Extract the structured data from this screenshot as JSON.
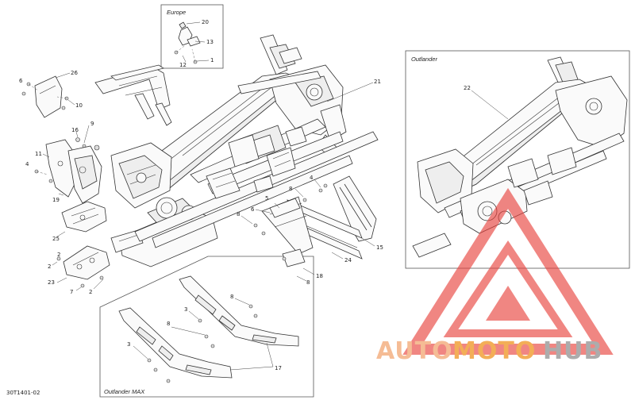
{
  "insets": {
    "europe": {
      "title": "Europe"
    },
    "outlander": {
      "title": "Outlander"
    },
    "outlander_max": {
      "title": "Outlander MAX"
    }
  },
  "callouts": {
    "c1": "1",
    "c2a": "2",
    "c2b": "2",
    "c2c": "2",
    "c3a": "3",
    "c3b": "3",
    "c4a": "4",
    "c4b": "4",
    "c5": "5",
    "c6a": "6",
    "c6b": "6",
    "c7": "7",
    "c8a": "8",
    "c8b": "8",
    "c8c": "8",
    "c8d": "8",
    "c8e": "8",
    "c9": "9",
    "c10": "10",
    "c11": "11",
    "c12": "12",
    "c13": "13",
    "c15": "15",
    "c16": "16",
    "c17": "17",
    "c18": "18",
    "c19": "19",
    "c20": "20",
    "c21": "21",
    "c22": "22",
    "c23": "23",
    "c24": "24",
    "c25": "25",
    "c26": "26"
  },
  "diagram_code": "30T1401-02",
  "watermark": {
    "auto": "AUTO",
    "moto": "MOTO",
    "hub": "HUB",
    "colors": {
      "auto": "#f4b183",
      "moto": "#f2a03a",
      "hub": "#9e9e9e",
      "logo": "#e8423c"
    }
  }
}
